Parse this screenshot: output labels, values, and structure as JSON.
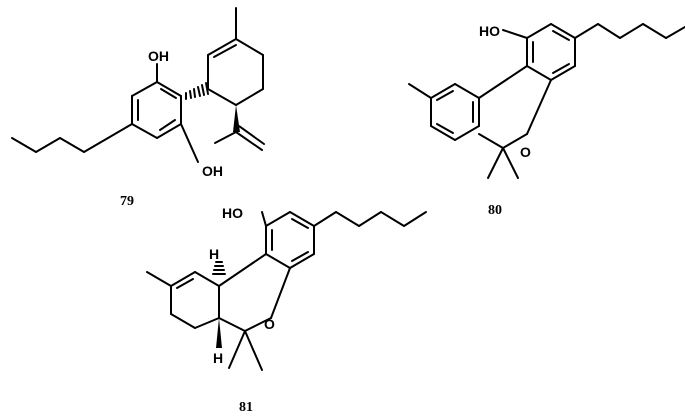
{
  "molecules": [
    {
      "id": "79",
      "labels": {
        "oh_top": "OH",
        "oh_bottom": "OH"
      }
    },
    {
      "id": "80",
      "labels": {
        "oh": "HO",
        "ring_o": "O"
      }
    },
    {
      "id": "81",
      "labels": {
        "oh": "HO",
        "ring_o": "O",
        "h_top": "H",
        "h_bottom": "H"
      }
    }
  ]
}
